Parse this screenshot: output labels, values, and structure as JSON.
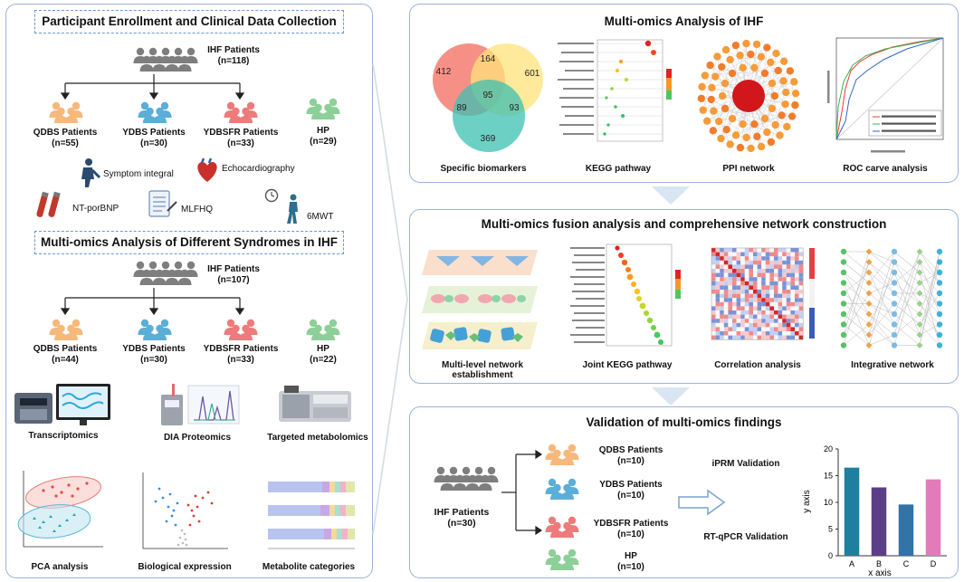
{
  "colors": {
    "orange": "#f7b87c",
    "blue": "#5aaed8",
    "red": "#ee7b7b",
    "green": "#8ccf98",
    "gray": "#7e7e7e",
    "border": "#9ab4d6",
    "dashed": "#6a9ad0"
  },
  "left": {
    "enroll": {
      "title": "Participant Enrollment and Clinical Data Collection",
      "total_label": "IHF Patients",
      "total_n": "(n=118)",
      "groups": [
        {
          "label": "QDBS Patients",
          "n": "(n=55)"
        },
        {
          "label": "YDBS Patients",
          "n": "(n=30)"
        },
        {
          "label": "YDBSFR Patients",
          "n": "(n=33)"
        },
        {
          "label": "HP",
          "n": "(n=29)"
        }
      ],
      "clinical": {
        "symptom": "Symptom integral",
        "echo": "Echocardiography",
        "ntprobnp": "NT-porBNP",
        "mlfhq": "MLFHQ",
        "sixmwt": "6MWT"
      }
    },
    "omics": {
      "title": "Multi-omics Analysis of Different Syndromes in IHF",
      "total_label": "IHF Patients",
      "total_n": "(n=107)",
      "groups": [
        {
          "label": "QDBS Patients",
          "n": "(n=44)"
        },
        {
          "label": "YDBS Patients",
          "n": "(n=30)"
        },
        {
          "label": "YDBSFR Patients",
          "n": "(n=33)"
        },
        {
          "label": "HP",
          "n": "(n=22)"
        }
      ],
      "platforms": [
        "Transcriptomics",
        "DIA Proteomics",
        "Targeted metabolomics"
      ],
      "outputs": [
        "PCA analysis",
        "Biological expression",
        "Metabolite categories"
      ]
    }
  },
  "right": {
    "p1": {
      "title": "Multi-omics Analysis of IHF",
      "venn": {
        "a": "412",
        "ab": "164",
        "b": "601",
        "center": "95",
        "ac": "89",
        "bc": "93",
        "c": "369"
      },
      "captions": [
        "Specific biomarkers",
        "KEGG pathway",
        "PPI network",
        "ROC carve analysis"
      ]
    },
    "p2": {
      "title": "Multi-omics fusion analysis and comprehensive network construction",
      "captions": [
        "Multi-level network establishment",
        "Joint KEGG pathway",
        "Correlation analysis",
        "Integrative network"
      ]
    },
    "p3": {
      "title": "Validation of multi-omics findings",
      "total_label": "IHF Patients",
      "total_n": "(n=30)",
      "groups": [
        {
          "label": "QDBS Patients",
          "n": "(n=10)"
        },
        {
          "label": "YDBS Patients",
          "n": "(n=10)"
        },
        {
          "label": "YDBSFR Patients",
          "n": "(n=10)"
        },
        {
          "label": "HP",
          "n": "(n=10)"
        }
      ],
      "methods": [
        "iPRM Validation",
        "RT-qPCR Validation"
      ]
    }
  },
  "chart_data": {
    "type": "bar",
    "categories": [
      "A",
      "B",
      "C",
      "D"
    ],
    "values": [
      16.5,
      12.8,
      9.6,
      14.3
    ],
    "colors": [
      "#1f7f9e",
      "#5a3f86",
      "#3273a8",
      "#e27bb8"
    ],
    "xlabel": "x axis",
    "ylabel": "y axis",
    "yticks": [
      "0",
      "5",
      "10",
      "15",
      "20"
    ],
    "ylim": [
      0,
      20
    ],
    "grid": false
  }
}
